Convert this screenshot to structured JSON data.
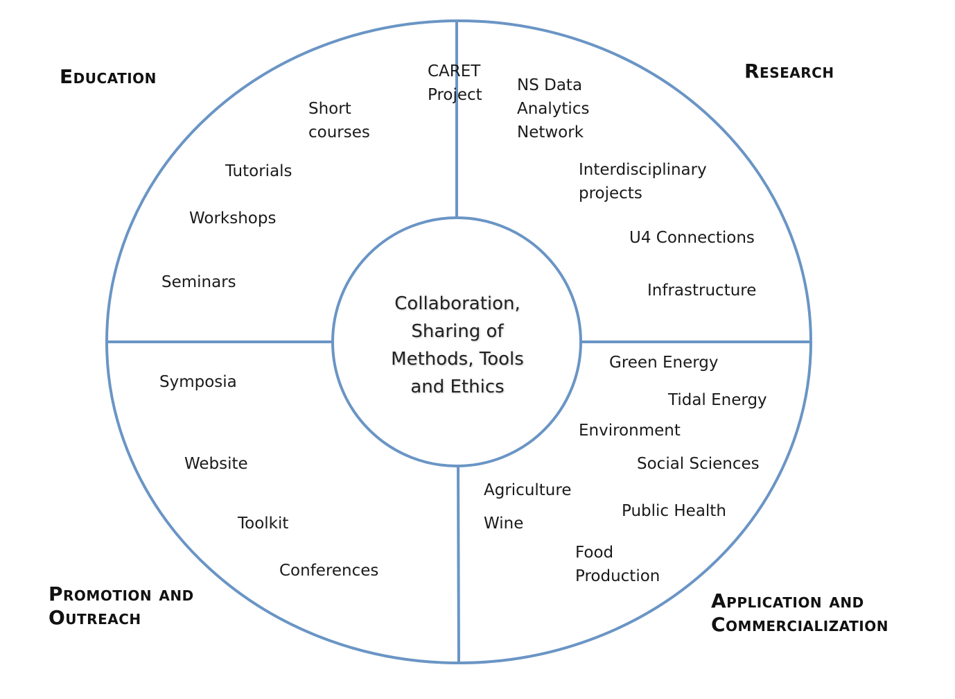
{
  "center": {
    "text": "Collaboration,\nSharing of\nMethods, Tools\nand Ethics"
  },
  "quadrants": {
    "education": {
      "title": "Education",
      "items": [
        "Short\ncourses",
        "Tutorials",
        "Workshops",
        "Seminars"
      ]
    },
    "research": {
      "title": "Research",
      "items": [
        "CARET\nProject",
        "NS Data\nAnalytics\nNetwork",
        "Interdisciplinary\nprojects",
        "U4 Connections",
        "Infrastructure"
      ]
    },
    "promotion": {
      "title": "Promotion and\nOutreach",
      "items": [
        "Symposia",
        "Website",
        "Toolkit",
        "Conferences"
      ]
    },
    "application": {
      "title": "Application and\nCommercialization",
      "items": [
        "Green Energy",
        "Tidal Energy",
        "Environment",
        "Social Sciences",
        "Agriculture",
        "Public Health",
        "Wine",
        "Food\nProduction"
      ]
    }
  },
  "colors": {
    "stroke": "#6a95c5",
    "text": "#1a1a1a"
  }
}
